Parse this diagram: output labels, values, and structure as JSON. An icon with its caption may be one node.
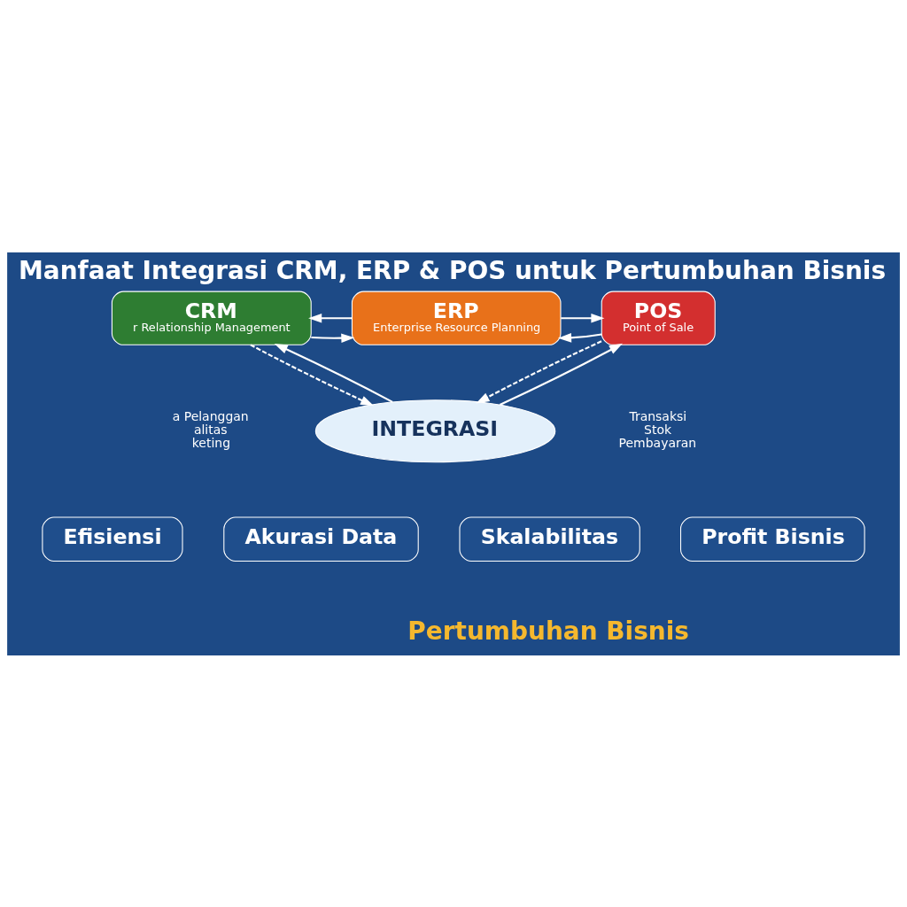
{
  "diagram": {
    "title": "Manfaat Integrasi CRM, ERP & POS untuk Pertumbuhan Bisnis",
    "nodes": [
      {
        "text": [
          "CRM",
          "r Relationship Management"
        ],
        "beside": [
          "a Pelanggan",
          "alitas",
          "keting"
        ]
      },
      {
        "text": [
          "ERP",
          "Enterprise Resource Planning"
        ]
      },
      {
        "text": [
          "POS",
          "Point of Sale"
        ],
        "beside": [
          "Transaksi",
          "Stok",
          "Pembayaran"
        ]
      },
      {
        "text": [
          "INTEGRASI"
        ]
      },
      {
        "text": [
          "Efisiensi"
        ]
      },
      {
        "text": [
          "Akurasi Data"
        ]
      },
      {
        "text": [
          "Skalabilitas"
        ]
      },
      {
        "text": [
          "Profit Bisnis"
        ]
      }
    ],
    "edges": [
      {
        "from": 0,
        "to": 1,
        "arrow": "to"
      },
      {
        "from": 1,
        "to": 0,
        "arrow": "to"
      },
      {
        "from": 2,
        "to": 1,
        "arrow": "to"
      },
      {
        "from": 1,
        "to": 2,
        "arrow": "to"
      },
      {
        "from": 3,
        "to": 0,
        "arrow": "to"
      },
      {
        "from": 3,
        "to": 2,
        "arrow": "to"
      },
      {
        "from": 0,
        "to": 3,
        "arrow": "to",
        "style": "dashed"
      },
      {
        "from": 2,
        "to": 3,
        "arrow": "to",
        "style": "dashed"
      }
    ],
    "labels": [
      "Pertumbuhan Bisnis"
    ]
  }
}
